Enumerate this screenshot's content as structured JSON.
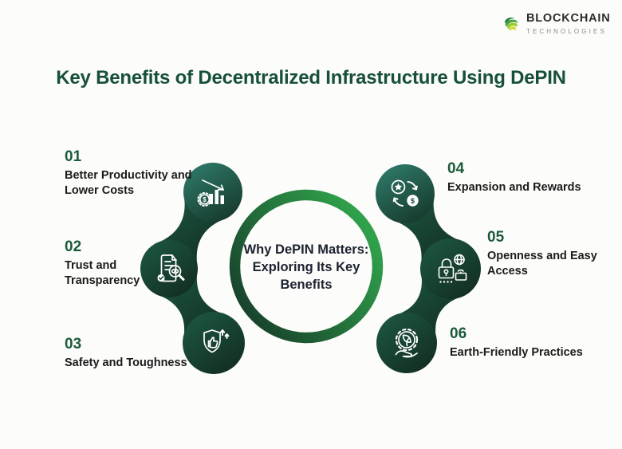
{
  "logo": {
    "name": "BLOCKCHAIN",
    "subtitle": "TECHNOLOGIES"
  },
  "title": "Key Benefits of Decentralized Infrastructure Using DePIN",
  "center": {
    "text": "Why DePIN Matters: Exploring Its Key Benefits"
  },
  "items": [
    {
      "number": "01",
      "label": "Better Productivity and Lower Costs",
      "icon": "declining-cost-chart-icon"
    },
    {
      "number": "02",
      "label": "Trust and Transparency",
      "icon": "document-magnifier-icon"
    },
    {
      "number": "03",
      "label": "Safety and Toughness",
      "icon": "shield-thumbs-up-icon"
    },
    {
      "number": "04",
      "label": "Expansion and Rewards",
      "icon": "star-dollar-exchange-icon"
    },
    {
      "number": "05",
      "label": "Openness and Easy Access",
      "icon": "padlock-globe-icon"
    },
    {
      "number": "06",
      "label": "Earth-Friendly Practices",
      "icon": "hand-holding-globe-icon"
    }
  ],
  "colors": {
    "background": "#fcfcfa",
    "title_green": "#17503a",
    "number_green": "#1c5a3c",
    "label_dark": "#1b1b1b",
    "ring_gradient_start": "#163d2a",
    "ring_gradient_end": "#32aa4e",
    "circle_teal_light": "#2f7b6b",
    "circle_dark_green": "#1d5743"
  }
}
